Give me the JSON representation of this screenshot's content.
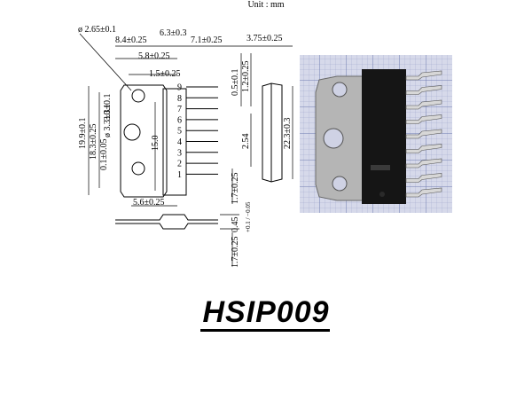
{
  "header": {
    "unit_label": "Unit : mm"
  },
  "package": {
    "name": "HSIP009"
  },
  "dimensions": {
    "hole_dia": "ø 2.65±0.1",
    "d_8_4": "8.4±0.25",
    "d_6_3": "6.3±0.3",
    "d_7_1": "7.1±0.25",
    "d_3_75": "3.75±0.25",
    "d_5_8": "5.8±0.25",
    "d_1_5": "1.5±0.25",
    "d_0_5": "0.5±0.1",
    "d_1_2": "1.2±0.25",
    "d_3_3": "3.3±0.1",
    "big_hole_dia": "ø 3.3±0.1",
    "d_19_9": "19.9±0.1",
    "d_18_3": "18.3±0.25",
    "d_0_1": "0.1±0.05",
    "d_15_0": "15.0",
    "d_2_54": "2.54",
    "d_22_3": "22.3±0.3",
    "d_5_6": "5.6±0.25",
    "d_1_7_a": "1.7±0.25",
    "d_0_45": "0.45",
    "d_0_45_tol": "+0.1 / −0.05",
    "d_1_7_b": "1.7±0.25"
  },
  "pins": [
    "9",
    "8",
    "7",
    "6",
    "5",
    "4",
    "3",
    "2",
    "1"
  ],
  "photo": {
    "grid_color": "#7a86b8",
    "paper_color": "#d9dcec"
  }
}
